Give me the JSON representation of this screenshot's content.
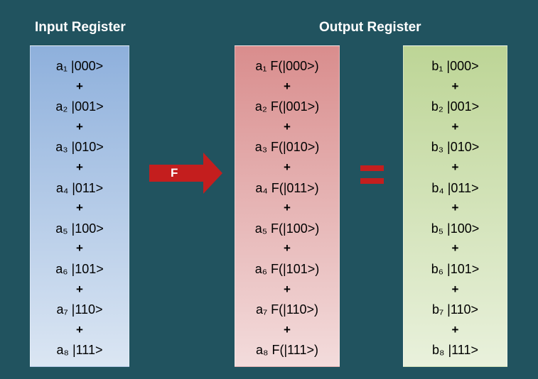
{
  "titles": {
    "input": "Input Register",
    "output": "Output Register"
  },
  "input_lines": [
    "a₁ |000>",
    "+",
    "a₂ |001>",
    "+",
    "a₃ |010>",
    "+",
    "a₄ |011>",
    "+",
    "a₅ |100>",
    "+",
    "a₆ |101>",
    "+",
    "a₇ |110>",
    "+",
    "a₈ |111>"
  ],
  "transformed_lines": [
    "a₁ F(|000>)",
    "+",
    "a₂ F(|001>)",
    "+",
    "a₃ F(|010>)",
    "+",
    "a₄ F(|011>)",
    "+",
    "a₅ F(|100>)",
    "+",
    "a₆ F(|101>)",
    "+",
    "a₇ F(|110>)",
    "+",
    "a₈ F(|111>)"
  ],
  "output_lines": [
    "b₁ |000>",
    "+",
    "b₂ |001>",
    "+",
    "b₃ |010>",
    "+",
    "b₄ |011>",
    "+",
    "b₅ |100>",
    "+",
    "b₆ |101>",
    "+",
    "b₇ |110>",
    "+",
    "b₈ |111>"
  ],
  "arrow_label": "F",
  "colors": {
    "background": "#21535f",
    "input_box": "#8eb0dc",
    "transformed_box": "#d98d8d",
    "output_box": "#bdd596",
    "arrow": "#c41e1e",
    "equals": "#c41e1e"
  },
  "icons": {
    "arrow": "right-arrow-icon",
    "equals": "equals-icon"
  }
}
